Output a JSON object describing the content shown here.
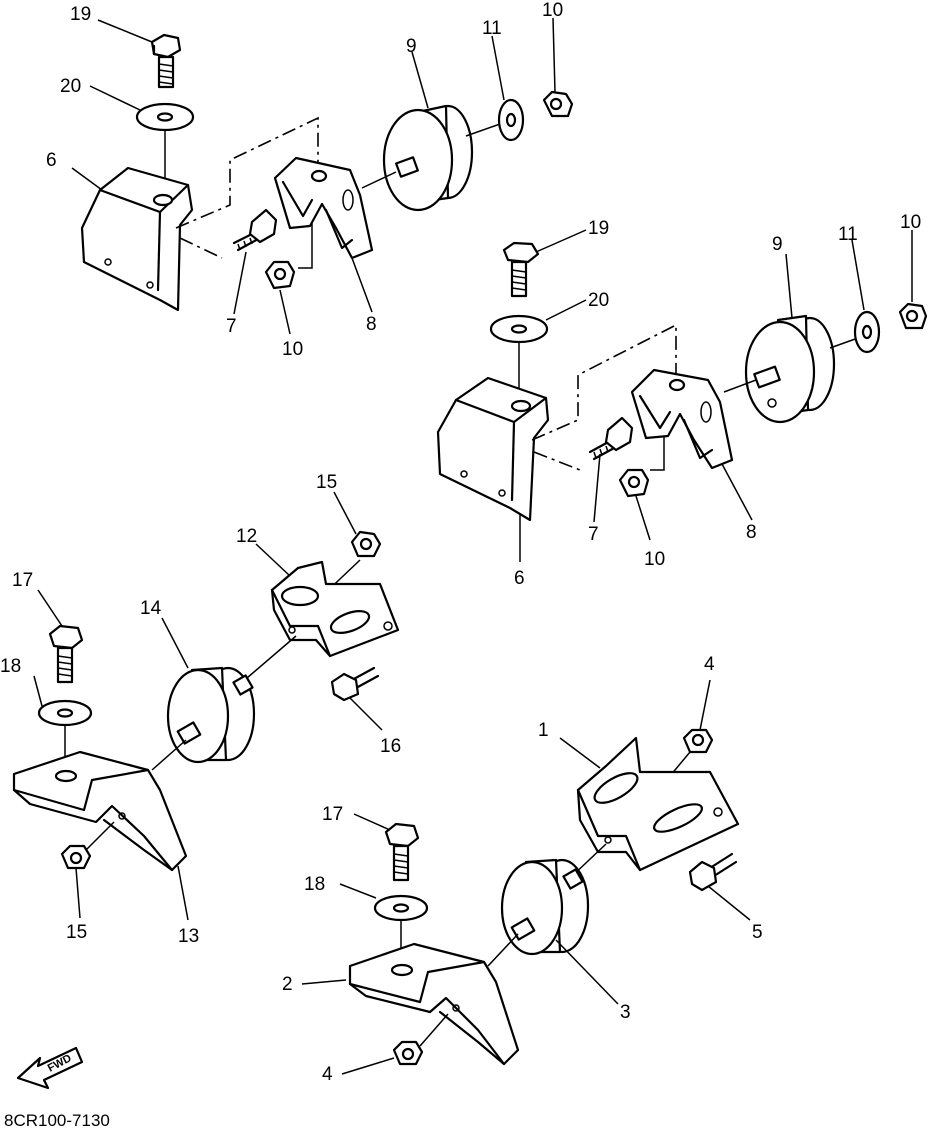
{
  "diagram": {
    "drawing_code": "8CR100-7130",
    "fwd_label": "FWD"
  },
  "callouts": [
    {
      "id": "c19a",
      "label": "19"
    },
    {
      "id": "c20a",
      "label": "20"
    },
    {
      "id": "c6a",
      "label": "6"
    },
    {
      "id": "c9a",
      "label": "9"
    },
    {
      "id": "c11a",
      "label": "11"
    },
    {
      "id": "c10a",
      "label": "10"
    },
    {
      "id": "c7a",
      "label": "7"
    },
    {
      "id": "c10b",
      "label": "10"
    },
    {
      "id": "c8a",
      "label": "8"
    },
    {
      "id": "c19b",
      "label": "19"
    },
    {
      "id": "c20b",
      "label": "20"
    },
    {
      "id": "c9b",
      "label": "9"
    },
    {
      "id": "c11b",
      "label": "11"
    },
    {
      "id": "c10c",
      "label": "10"
    },
    {
      "id": "c7b",
      "label": "7"
    },
    {
      "id": "c10d",
      "label": "10"
    },
    {
      "id": "c8b",
      "label": "8"
    },
    {
      "id": "c6b",
      "label": "6"
    },
    {
      "id": "c15a",
      "label": "15"
    },
    {
      "id": "c12",
      "label": "12"
    },
    {
      "id": "c17a",
      "label": "17"
    },
    {
      "id": "c14",
      "label": "14"
    },
    {
      "id": "c18a",
      "label": "18"
    },
    {
      "id": "c16",
      "label": "16"
    },
    {
      "id": "c15b",
      "label": "15"
    },
    {
      "id": "c13",
      "label": "13"
    },
    {
      "id": "c4a",
      "label": "4"
    },
    {
      "id": "c1",
      "label": "1"
    },
    {
      "id": "c17b",
      "label": "17"
    },
    {
      "id": "c18b",
      "label": "18"
    },
    {
      "id": "c5",
      "label": "5"
    },
    {
      "id": "c2",
      "label": "2"
    },
    {
      "id": "c3",
      "label": "3"
    },
    {
      "id": "c4b",
      "label": "4"
    }
  ]
}
